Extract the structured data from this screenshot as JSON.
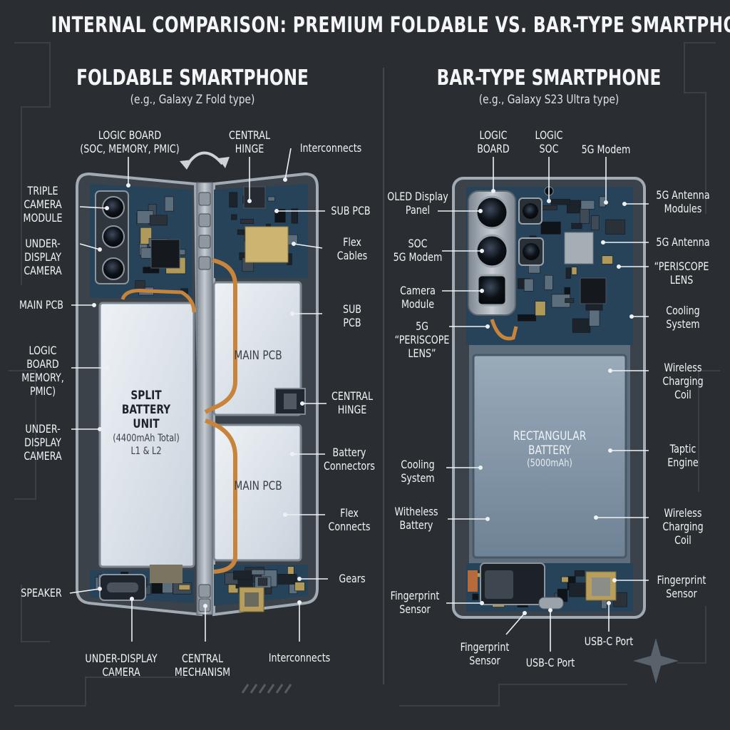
{
  "title": "INTERNAL COMPARISON: PREMIUM FOLDABLE VS. BAR-TYPE SMARTPHONE",
  "foldable": {
    "heading": "FOLDABLE SMARTPHONE",
    "subheading": "(e.g., Galaxy Z Fold type)",
    "battery_left": [
      "SPLIT",
      "BATTERY",
      "UNIT"
    ],
    "battery_left_detail": [
      "(4400mAh Total)",
      "L1 & L2"
    ],
    "main_pcb_top": "MAIN PCB",
    "main_pcb_bottom": "MAIN PCB",
    "labels": {
      "logic_board_top": [
        "LOGIC BOARD",
        "(SOC, MEMORY, PMIC)"
      ],
      "central_hinge_top": [
        "CENTRAL",
        "HINGE"
      ],
      "interconnects_top": [
        "Interconnects"
      ],
      "triple_camera": [
        "TRIPLE",
        "CAMERA",
        "MODULE"
      ],
      "under_display_camera_1": [
        "UNDER-",
        "DISPLAY",
        "CAMERA"
      ],
      "main_pcb": [
        "MAIN PCB"
      ],
      "logic_board_memory": [
        "LOGIC",
        "BOARD",
        "MEMORY,",
        "PMIC)"
      ],
      "under_display_camera_2": [
        "UNDER-",
        "DISPLAY",
        "CAMERA"
      ],
      "speaker": [
        "SPEAKER"
      ],
      "under_display_camera_3": [
        "UNDER-DISPLAY",
        "CAMERA"
      ],
      "central_mechanism": [
        "CENTRAL",
        "MECHANISM"
      ],
      "interconnects_bottom": [
        "Interconnects"
      ],
      "sub_pcb_1": [
        "SUB PCB"
      ],
      "flex_cables": [
        "Flex",
        "Cables"
      ],
      "sub_pcb_2": [
        "SUB",
        "PCB"
      ],
      "central_hinge_right": [
        "CENTRAL",
        "HINGE"
      ],
      "battery_connectors": [
        "Battery",
        "Connectors"
      ],
      "flex_connects": [
        "Flex",
        "Connects"
      ],
      "gears": [
        "Gears"
      ]
    }
  },
  "bar": {
    "heading": "BAR-TYPE SMARTPHONE",
    "subheading": "(e.g., Galaxy S23 Ultra type)",
    "battery": [
      "RECTANGULAR",
      "BATTERY"
    ],
    "battery_detail": "(5000mAh)",
    "labels": {
      "logic_board": [
        "LOGIC",
        "BOARD"
      ],
      "logic_soc": [
        "LOGIC",
        "SOC"
      ],
      "modem_5g": [
        "5G Modem"
      ],
      "oled_panel": [
        "OLED Display",
        "Panel"
      ],
      "soc_5g_modem": [
        "SOC",
        "5G Modem"
      ],
      "camera_module": [
        "Camera",
        "Module"
      ],
      "periscope_left": [
        "5G",
        "“PERISCOPE",
        "LENS”"
      ],
      "cooling_left": [
        "Cooling",
        "System"
      ],
      "wireless_battery": [
        "Witheless",
        "Battery"
      ],
      "fingerprint_left": [
        "Fingerprint",
        "Sensor"
      ],
      "fingerprint_bottom": [
        "Fingerprint",
        "Sensor"
      ],
      "usbc_bottom": [
        "USB-C Port"
      ],
      "usbc_right": [
        "USB-C Port"
      ],
      "antenna_modules": [
        "5G Antenna",
        "Modules"
      ],
      "antenna": [
        "5G Antenna"
      ],
      "periscope_right": [
        "“PERISCOPE",
        "LENS"
      ],
      "cooling_right": [
        "Cooling",
        "System"
      ],
      "wireless_coil_1": [
        "Wireless",
        "Charging",
        "Coil"
      ],
      "taptic": [
        "Taptic",
        "Engine"
      ],
      "wireless_coil_2": [
        "Wireless",
        "Charging",
        "Coil"
      ],
      "fingerprint_right": [
        "Fingerprint",
        "Sensor"
      ]
    }
  },
  "colors": {
    "background": "#2a2e33",
    "pcb": "#27435a",
    "frame": "#9aa3ad",
    "battery_foldable": "#dfe6ee",
    "battery_bar": "#8599aa",
    "flex_cable": "#c8843a",
    "leader_line": "#eef1f4"
  }
}
